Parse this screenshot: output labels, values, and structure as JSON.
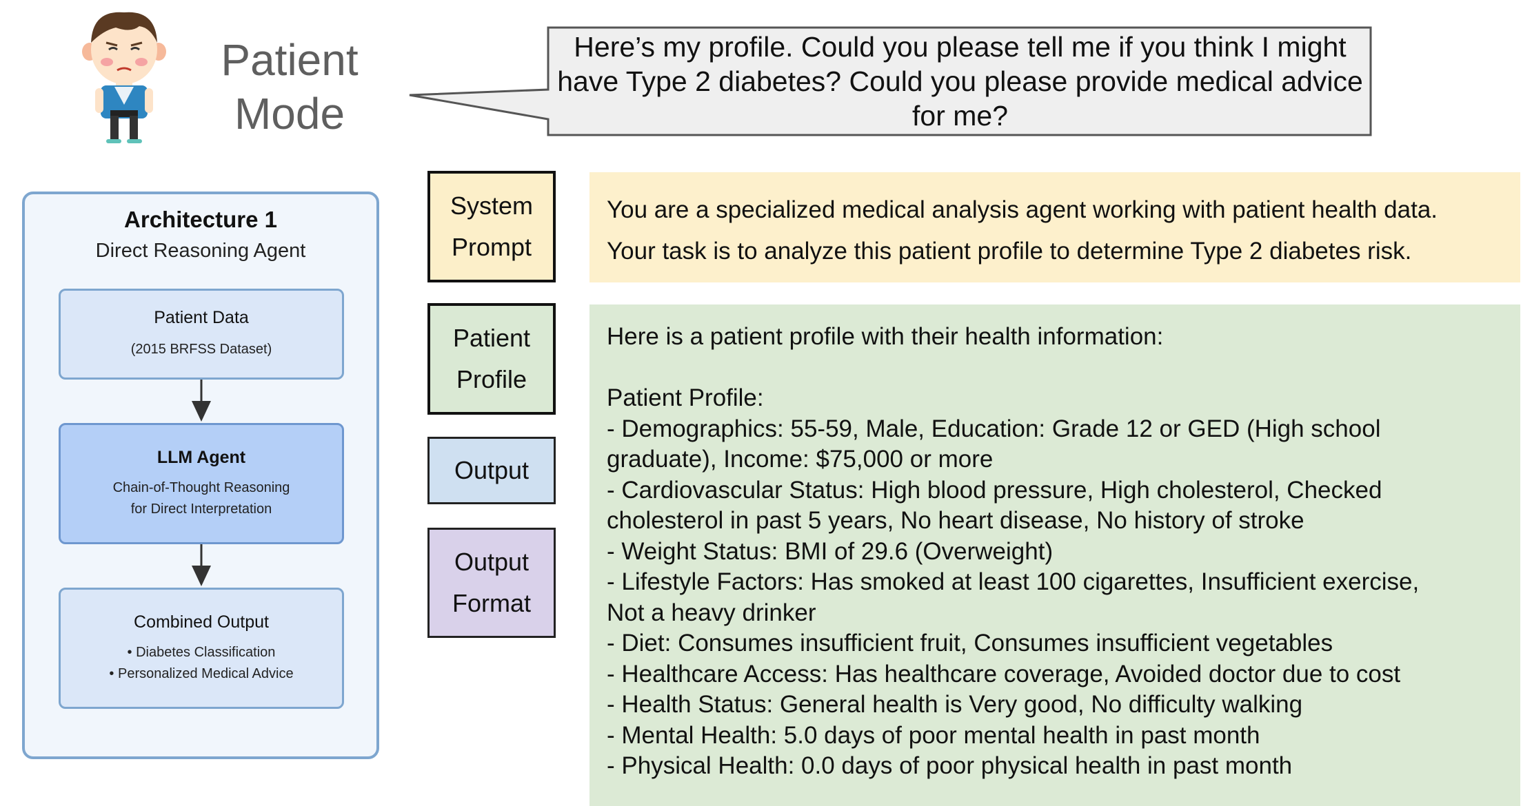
{
  "header": {
    "mode_title_line1": "Patient",
    "mode_title_line2": "Mode",
    "speech": "Here’s my profile. Could you please tell me if you think I might have Type 2 diabetes? Could you please provide medical advice for me?"
  },
  "architecture": {
    "title": "Architecture 1",
    "subtitle": "Direct Reasoning Agent",
    "nodes": [
      {
        "title": "Patient Data",
        "lines": [
          "(2015 BRFSS Dataset)"
        ]
      },
      {
        "title": "LLM Agent",
        "lines": [
          "Chain-of-Thought Reasoning",
          "for Direct Interpretation"
        ]
      },
      {
        "title": "Combined Output",
        "lines": [
          "• Diabetes Classification",
          "• Personalized Medical Advice"
        ]
      }
    ]
  },
  "legend": {
    "system_prompt": [
      "System",
      "Prompt"
    ],
    "patient_profile": [
      "Patient",
      "Profile"
    ],
    "output": [
      "Output"
    ],
    "output_format": [
      "Output",
      "Format"
    ]
  },
  "system_prompt": {
    "lines": [
      "You are a specialized medical analysis agent working with patient health data.",
      "Your task is to analyze this patient profile to determine Type 2 diabetes risk."
    ]
  },
  "patient_profile": {
    "intro": "Here is a patient profile with their health information:",
    "heading": "Patient Profile:",
    "lines": [
      "- Demographics: 55-59, Male, Education: Grade 12 or GED (High school",
      "graduate), Income: $75,000 or more",
      "- Cardiovascular Status: High blood pressure, High cholesterol, Checked",
      "cholesterol in past 5 years, No heart disease, No history of stroke",
      "- Weight Status: BMI of 29.6 (Overweight)",
      "- Lifestyle Factors: Has smoked at least 100 cigarettes, Insufficient exercise,",
      "Not a heavy drinker",
      "- Diet: Consumes insufficient fruit, Consumes insufficient vegetables",
      "- Healthcare Access: Has healthcare coverage, Avoided doctor due to cost",
      "- Health Status: General health is Very good, No difficulty walking",
      "- Mental Health: 5.0 days of poor mental health in past month",
      "- Physical Health: 0.0 days of poor physical health in past month"
    ]
  },
  "colors": {
    "system_bg": "#fdf0cc",
    "profile_bg": "#dcead5",
    "output_bg": "#cfe0f1",
    "format_bg": "#d9d1ea",
    "arch_border": "#7ea6cf",
    "llm_node_bg": "#b4cff7"
  }
}
